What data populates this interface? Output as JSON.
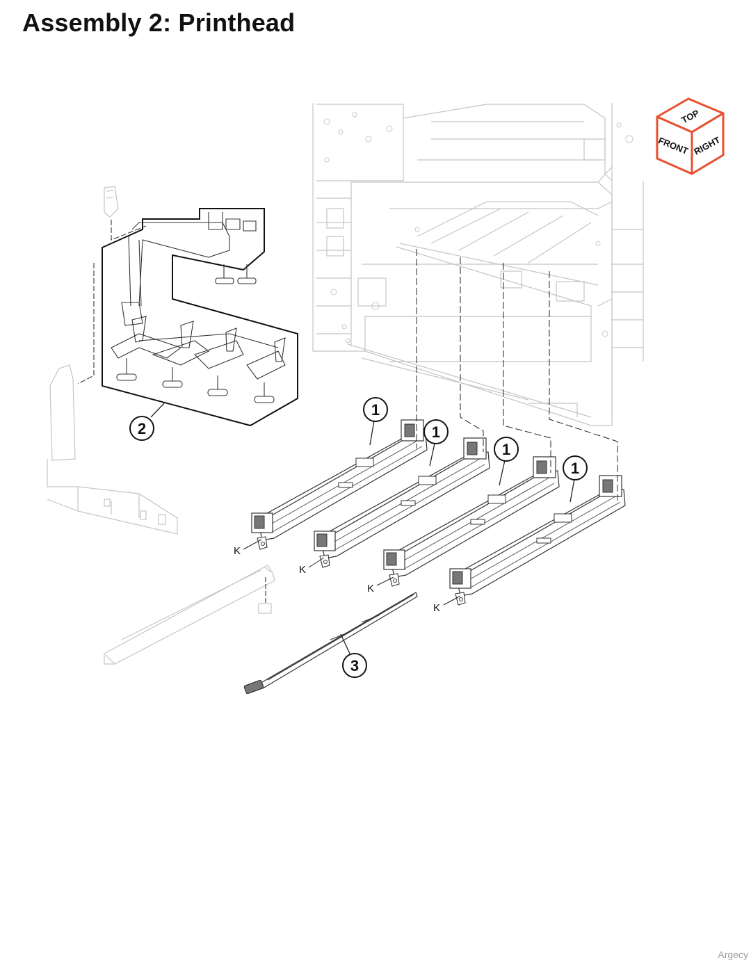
{
  "page": {
    "title": "Assembly 2: Printhead",
    "watermark": "Argecy"
  },
  "orientation_cube": {
    "top_label": "TOP",
    "front_label": "FRONT",
    "right_label": "RIGHT",
    "accent_color": "#e8502e"
  },
  "callouts": [
    {
      "number": "1"
    },
    {
      "number": "1"
    },
    {
      "number": "1"
    },
    {
      "number": "1"
    },
    {
      "number": "2"
    },
    {
      "number": "3"
    }
  ],
  "k_labels": [
    "K",
    "K",
    "K",
    "K"
  ],
  "colors": {
    "line_dark": "#222222",
    "line_light": "#c4c4c4"
  }
}
